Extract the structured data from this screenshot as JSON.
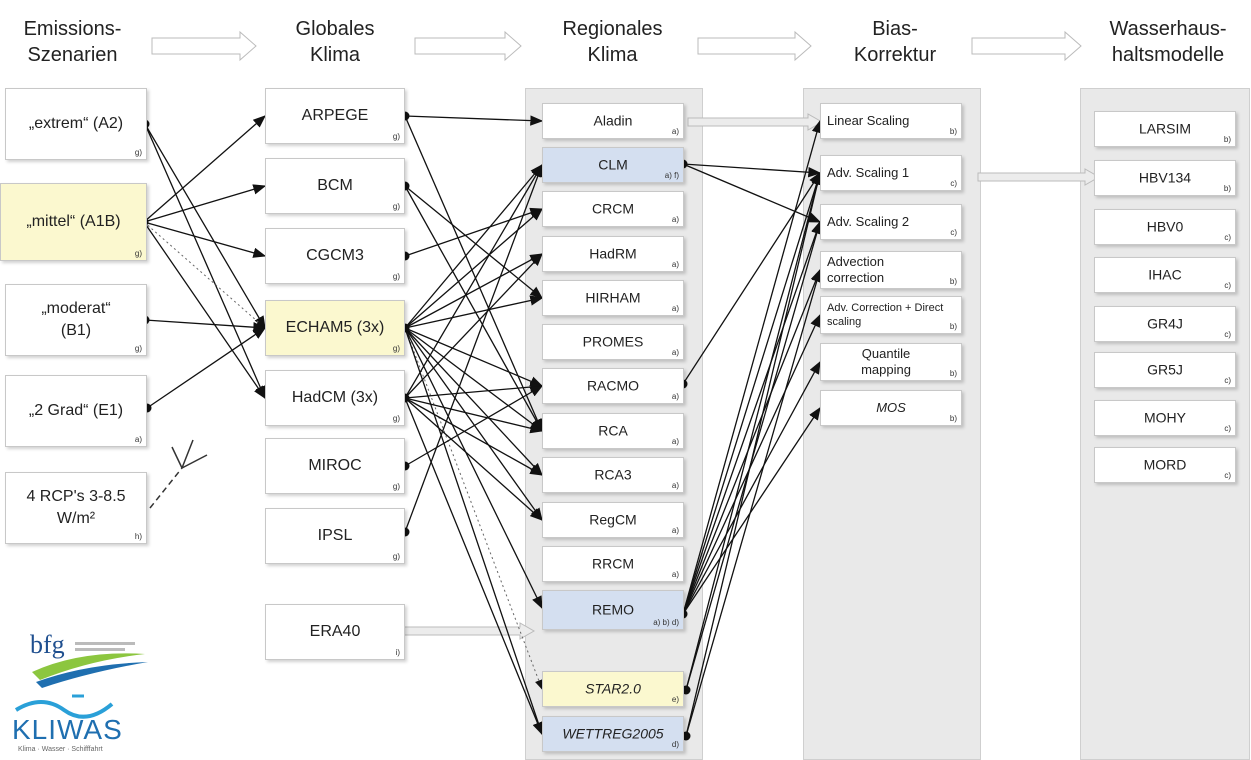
{
  "headers": {
    "emission": [
      "Emissions-",
      "Szenarien"
    ],
    "global": [
      "Globales",
      "Klima"
    ],
    "regional": [
      "Regionales",
      "Klima"
    ],
    "bias": [
      "Bias-",
      "Korrektur"
    ],
    "water": [
      "Wasserhaus-",
      "haltsmodelle"
    ]
  },
  "scenarios": [
    {
      "label": "„extrem“ (A2)",
      "sub": "g)"
    },
    {
      "label": "„mittel“ (A1B)",
      "sub": "g)"
    },
    {
      "label": "„moderat“ (B1)",
      "sub": "g)"
    },
    {
      "label": "„2 Grad“ (E1)",
      "sub": "a)"
    },
    {
      "label": "4 RCP's 3-8.5 W/m²",
      "sub": "h)"
    }
  ],
  "global_models": [
    {
      "label": "ARPEGE",
      "sub": "g)"
    },
    {
      "label": "BCM",
      "sub": "g)"
    },
    {
      "label": "CGCM3",
      "sub": "g)"
    },
    {
      "label": "ECHAM5 (3x)",
      "sub": "g)"
    },
    {
      "label": "HadCM (3x)",
      "sub": "g)"
    },
    {
      "label": "MIROC",
      "sub": "g)"
    },
    {
      "label": "IPSL",
      "sub": "g)"
    },
    {
      "label": "ERA40",
      "sub": "i)"
    }
  ],
  "regional_models": [
    {
      "label": "Aladin",
      "sub": "a)"
    },
    {
      "label": "CLM",
      "sub": "a) f)"
    },
    {
      "label": "CRCM",
      "sub": "a)"
    },
    {
      "label": "HadRM",
      "sub": "a)"
    },
    {
      "label": "HIRHAM",
      "sub": "a)"
    },
    {
      "label": "PROMES",
      "sub": "a)"
    },
    {
      "label": "RACMO",
      "sub": "a)"
    },
    {
      "label": "RCA",
      "sub": "a)"
    },
    {
      "label": "RCA3",
      "sub": "a)"
    },
    {
      "label": "RegCM",
      "sub": "a)"
    },
    {
      "label": "RRCM",
      "sub": "a)"
    },
    {
      "label": "REMO",
      "sub": "a) b) d)"
    },
    {
      "label": "STAR2.0",
      "sub": "e)"
    },
    {
      "label": "WETTREG2005",
      "sub": "d)"
    }
  ],
  "bias_methods": [
    {
      "label": "Linear Scaling",
      "sub": "b)"
    },
    {
      "label": "Adv. Scaling 1",
      "sub": "c)"
    },
    {
      "label": "Adv. Scaling 2",
      "sub": "c)"
    },
    {
      "label": "Advection correction",
      "sub": "b)"
    },
    {
      "label": "Adv. Correction + Direct scaling",
      "sub": "b)"
    },
    {
      "label": "Quantile mapping",
      "sub": "b)"
    },
    {
      "label": "MOS",
      "sub": "b)"
    }
  ],
  "water_models": [
    {
      "label": "LARSIM",
      "sub": "b)"
    },
    {
      "label": "HBV134",
      "sub": "b)"
    },
    {
      "label": "HBV0",
      "sub": "c)"
    },
    {
      "label": "IHAC",
      "sub": "c)"
    },
    {
      "label": "GR4J",
      "sub": "c)"
    },
    {
      "label": "GR5J",
      "sub": "c)"
    },
    {
      "label": "MOHY",
      "sub": "c)"
    },
    {
      "label": "MORD",
      "sub": "c)"
    }
  ],
  "logos": {
    "bfg": "bfg",
    "kliwas": "KLIWAS",
    "kliwas_tagline": "Klima · Wasser · Schifffahrt"
  },
  "colors": {
    "highlight_yellow": "#fbf8cf",
    "highlight_blue": "#d4dff0",
    "column_bg": "#e9e9e9",
    "kliwas_blue": "#1f6fb0",
    "bfg_green": "#8cc63f"
  }
}
